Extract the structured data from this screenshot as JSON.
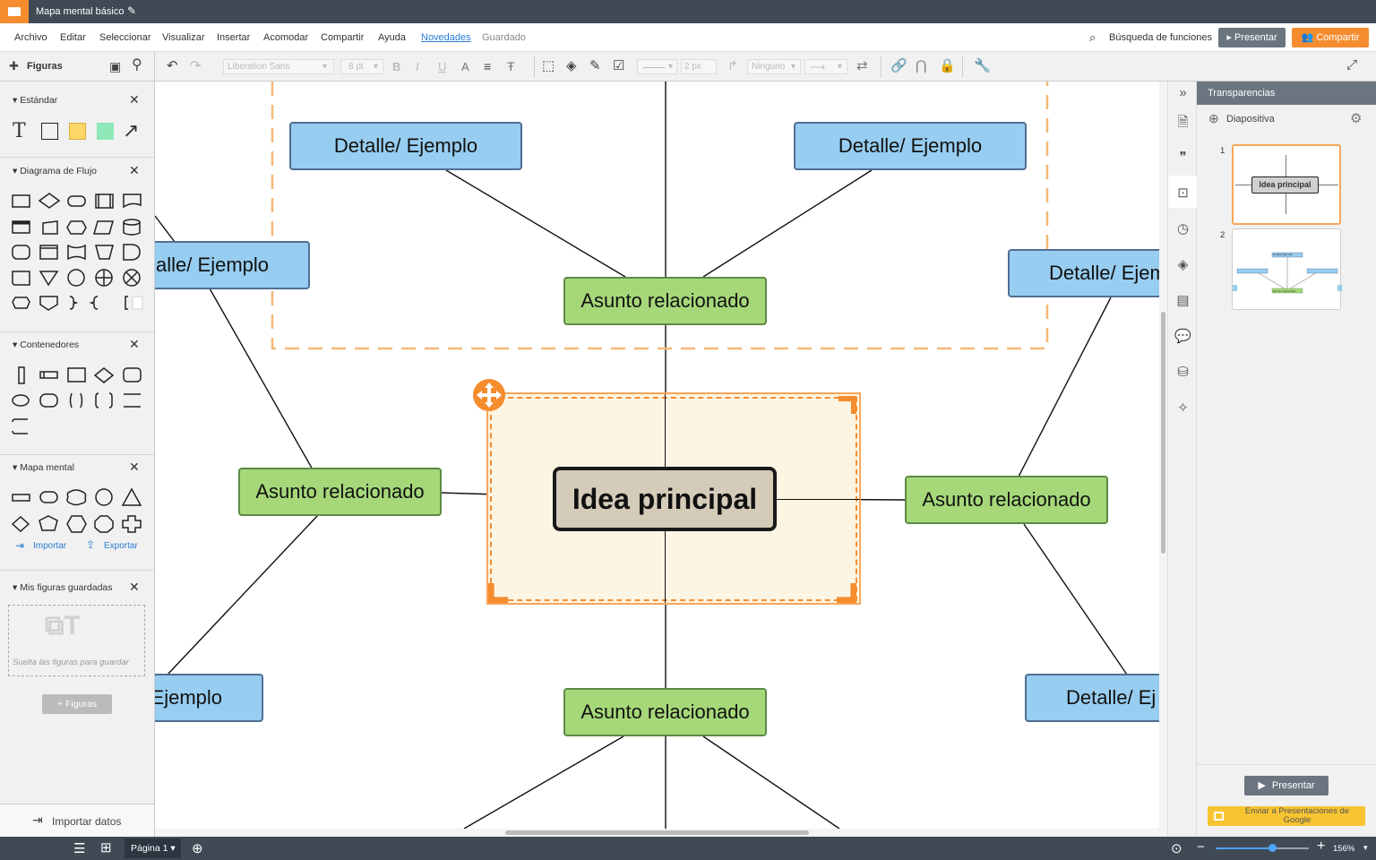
{
  "titlebar": {
    "title": "Mapa mental básico",
    "folder_icon": "folder-icon",
    "edit_icon": "pencil-icon"
  },
  "menu": {
    "items": [
      "Archivo",
      "Editar",
      "Seleccionar",
      "Visualizar",
      "Insertar",
      "Acomodar",
      "Compartir",
      "Ayuda",
      "Novedades",
      "Guardado"
    ],
    "feature_search": "Búsqueda de funciones",
    "present_label": "Presentar",
    "share_label": "Compartir"
  },
  "toolbar": {
    "shapes_label": "Figuras",
    "font_family": "Liberation Sans",
    "font_size": "8 pt",
    "line_width": "2 px",
    "arrow_start": "Ninguno"
  },
  "left_panel": {
    "sections": [
      {
        "title": "Estándar"
      },
      {
        "title": "Diagrama de Flujo"
      },
      {
        "title": "Contenedores"
      },
      {
        "title": "Mapa mental"
      },
      {
        "title": "Mis figuras guardadas"
      }
    ],
    "import_label": "Importar",
    "export_label": "Exportar",
    "drop_hint": "Suelta las figuras para guardar",
    "add_shapes_label": "+ Figuras",
    "import_data_label": "Importar datos"
  },
  "canvas": {
    "central": "Idea principal",
    "topics": [
      "Asunto relacionado",
      "Asunto relacionado",
      "Asunto relacionado",
      "Asunto relacionado"
    ],
    "details": {
      "top_left": "Detalle/  Ejemplo",
      "top_right": "Detalle/  Ejemplo",
      "left_upper": "alle/  Ejemplo",
      "right_upper": "Detalle/  Ejem",
      "left_lower": "Ejemplo",
      "right_lower": "Detalle/  Ej"
    }
  },
  "right_panel": {
    "title": "Transparencias",
    "add_slide_label": "Diapositiva",
    "slides": [
      {
        "number": "1",
        "label": "Idea principal"
      },
      {
        "number": "2",
        "detail_label": "Detalle/ Ejemplo",
        "topic_label": "Asunto relacionado"
      }
    ],
    "present_label": "Presentar",
    "google_label": "Enviar a Presentaciones de Google"
  },
  "statusbar": {
    "page_label": "Página 1",
    "zoom": "156%"
  },
  "colors": {
    "accent": "#f58c2e",
    "detail_fill": "#97cdf0",
    "topic_fill": "#a6d87a",
    "central_fill": "#d5cbb9",
    "google_yellow": "#f7c431"
  }
}
